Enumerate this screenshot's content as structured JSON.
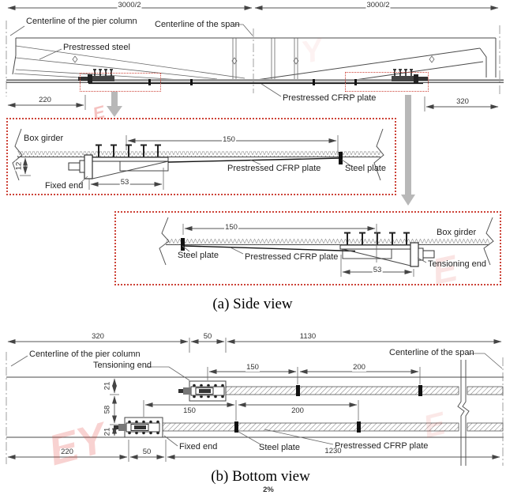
{
  "side_view": {
    "caption": "(a) Side view",
    "dim_half_span_left": "3000/2",
    "dim_half_span_right": "3000/2",
    "dim_left_offset": "220",
    "dim_right_offset": "320",
    "label_pier_centerline": "Centerline of the pier column",
    "label_span_centerline": "Centerline of the span",
    "label_prestressed_steel": "Prestressed steel",
    "label_cfrp_plate": "Prestressed CFRP plate",
    "detail_fixed": {
      "label_box_girder": "Box girder",
      "dim_free_length": "150",
      "dim_offset": "12",
      "dim_anchor_length": "53",
      "label_fixed_end": "Fixed end",
      "label_cfrp_plate": "Prestressed CFRP plate",
      "label_steel_plate": "Steel plate"
    },
    "detail_tensioning": {
      "dim_free_length": "150",
      "dim_anchor_length": "53",
      "label_box_girder": "Box girder",
      "label_tensioning_end": "Tensioning end",
      "label_cfrp_plate": "Prestressed CFRP plate",
      "label_steel_plate": "Steel plate"
    }
  },
  "bottom_view": {
    "caption": "(b) Bottom view",
    "label_slope": "2%",
    "label_pier_centerline": "Centerline of the pier column",
    "label_span_centerline": "Centerline of the span",
    "label_tensioning_end": "Tensioning end",
    "label_fixed_end": "Fixed end",
    "label_steel_plate": "Steel plate",
    "label_cfrp_plate": "Prestressed CFRP plate",
    "dims": {
      "top": [
        "320",
        "50",
        "1130"
      ],
      "tension_row": [
        "150",
        "200"
      ],
      "fixed_row": [
        "150",
        "200"
      ],
      "width_chain": [
        "21",
        "58",
        "21"
      ],
      "bottom": [
        "220",
        "50",
        "1230"
      ]
    }
  },
  "watermark": {
    "fragments": [
      "EY",
      "E",
      "E",
      "Y",
      "E"
    ],
    "color": "#e03931"
  }
}
